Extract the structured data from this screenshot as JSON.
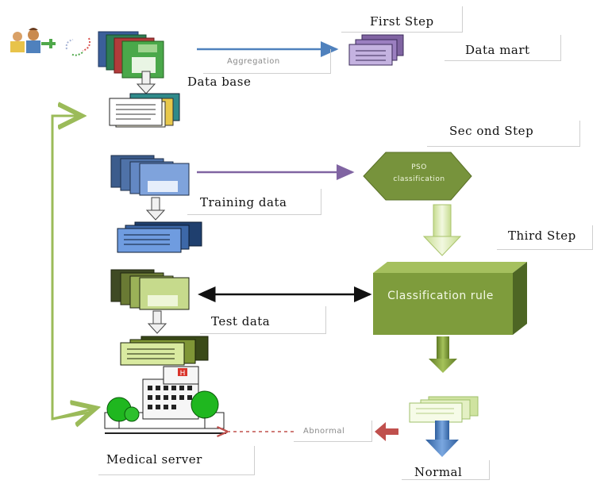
{
  "labels": {
    "first_step": "First Step",
    "data_mart": "Data mart",
    "aggregation": "Aggregation",
    "data_base": "Data base",
    "second_step": "Sec ond Step",
    "pso_classification": "PSO classification",
    "training_data": "Training data",
    "third_step": "Third Step",
    "classification_rule": "Classification rule",
    "test_data": "Test data",
    "abnormal": "Abnormal",
    "normal": "Normal",
    "medical_server": "Medical server"
  },
  "colors": {
    "green_arrow": "#9bbb59",
    "blue_arrow": "#4f81bd",
    "purple_arrow": "#8064a2",
    "black_arrow": "#111111",
    "red_dashed": "#c0504d",
    "hexagon": "#77933c",
    "cube_front": "#8aa84a"
  }
}
